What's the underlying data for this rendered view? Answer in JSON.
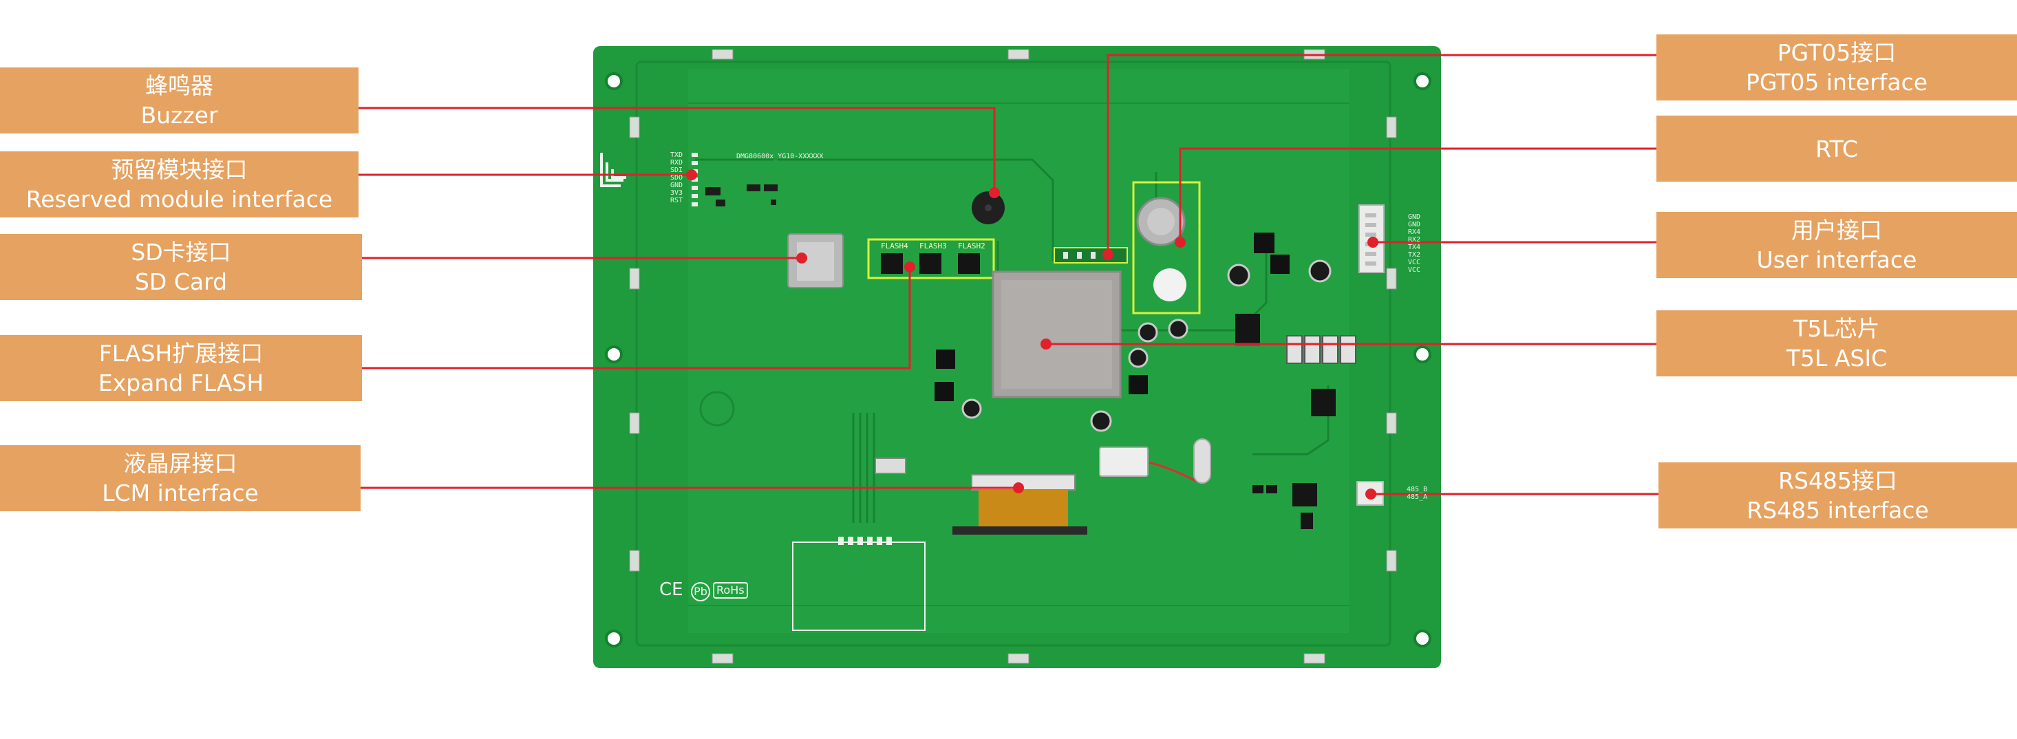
{
  "callouts": {
    "left": [
      {
        "zh": "蜂鸣器",
        "en": "Buzzer"
      },
      {
        "zh": "预留模块接口",
        "en": "Reserved module interface"
      },
      {
        "zh": "SD卡接口",
        "en": "SD Card"
      },
      {
        "zh": "FLASH扩展接口",
        "en": "Expand FLASH"
      },
      {
        "zh": "液晶屏接口",
        "en": "LCM interface"
      }
    ],
    "right": [
      {
        "zh": "PGT05接口",
        "en": "PGT05 interface"
      },
      {
        "zh": "RTC",
        "en": ""
      },
      {
        "zh": "用户接口",
        "en": "User interface"
      },
      {
        "zh": "T5L芯片",
        "en": "T5L ASIC"
      },
      {
        "zh": "RS485接口",
        "en": "RS485 interface"
      }
    ]
  },
  "board_print": {
    "reserved_pins": [
      "TXD",
      "RXD",
      "SDI",
      "SDO",
      "GND",
      "3V3",
      "RST"
    ],
    "flash_labels": [
      "FLASH4",
      "FLASH3",
      "FLASH2"
    ],
    "user_pins": [
      "GND",
      "GND",
      "RX4",
      "RX2",
      "TX4",
      "TX2",
      "VCC",
      "VCC"
    ],
    "rs485_pins": [
      "485_B",
      "485_A"
    ],
    "serial_text": "DMG80600x_YG10-XXXXXX",
    "cert_ce": "CE",
    "cert_pb": "Pb",
    "cert_rohs": "RoHs"
  },
  "colors": {
    "label_bg": "#e6a260",
    "label_text": "#ffffff",
    "leader_line": "#e0202a",
    "pcb": "#1f9a3d",
    "highlight_box": "#d9f23a"
  }
}
